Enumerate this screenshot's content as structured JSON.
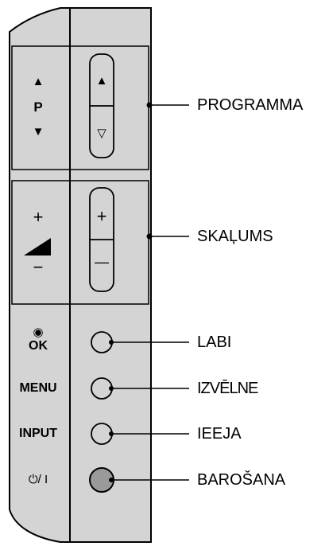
{
  "panel_markings": {
    "prog_up": "▲",
    "prog_letter": "P",
    "prog_down": "▼",
    "vol_plus": "+",
    "vol_minus": "−",
    "ok_symbol": "◉",
    "ok": "OK",
    "menu": "MENU",
    "input": "INPUT",
    "power": "⏻/ I",
    "rocker_prog_up": "▲",
    "rocker_prog_down": "▽",
    "rocker_vol_plus": "+",
    "rocker_vol_minus": "—"
  },
  "callouts": {
    "programma": "PROGRAMMA",
    "skalums": "SKAĻUMS",
    "labi": "LABI",
    "izvelne": "IZVĒLNE",
    "ieeja": "IEEJA",
    "barosana": "BAROŠANA"
  },
  "colors": {
    "panel_gray": "#d4d4d4",
    "bezel_gray": "#cfcfcf",
    "line": "#000000",
    "power_button": "#9a9a9a"
  }
}
